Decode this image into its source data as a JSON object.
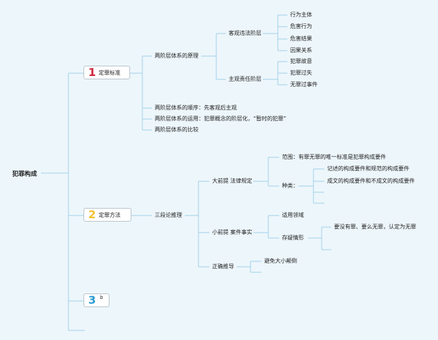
{
  "root": "犯罪构成",
  "branch1": {
    "number": "1",
    "label": "定罪标准",
    "color": "#d0243c",
    "principle": "两阶层体系的原理",
    "objective": "客观违法阶层",
    "objective_items": [
      "行为主体",
      "危害行为",
      "危害结果",
      "因果关系"
    ],
    "subjective": "主观责任阶层",
    "subjective_items": [
      "犯罪故意",
      "犯罪过失",
      "无罪过事件"
    ],
    "order": "两阶层体系的顺序：先客观后主观",
    "application": "两阶层体系的运用：犯罪概念的阶层化，“暂时的犯罪”",
    "comparison": "两阶层体系的比较"
  },
  "branch2": {
    "number": "2",
    "label": "定罪方法",
    "color": "#f2c12e",
    "syllogism": "三段论推理",
    "major": "大前提 法律规定",
    "scope": "范围：有罪无罪的唯一标准是犯罪构成要件",
    "types": "种类：",
    "type_items": [
      "记述的构成要件和规范的构成要件",
      "成文的构成要件和不成文的构成要件"
    ],
    "minor": "小前提 案件事实",
    "applicable": "适用领域",
    "doubtful": "存疑情形",
    "doubtful_item": "要没有罪、要么无罪，认定为无罪",
    "conclusion": "正确推导",
    "conclusion_item": "避免大小颠倒"
  },
  "branch3": {
    "number": "3",
    "label": "b",
    "color": "#2a9ad1"
  },
  "line_color": "#9fd0ea"
}
